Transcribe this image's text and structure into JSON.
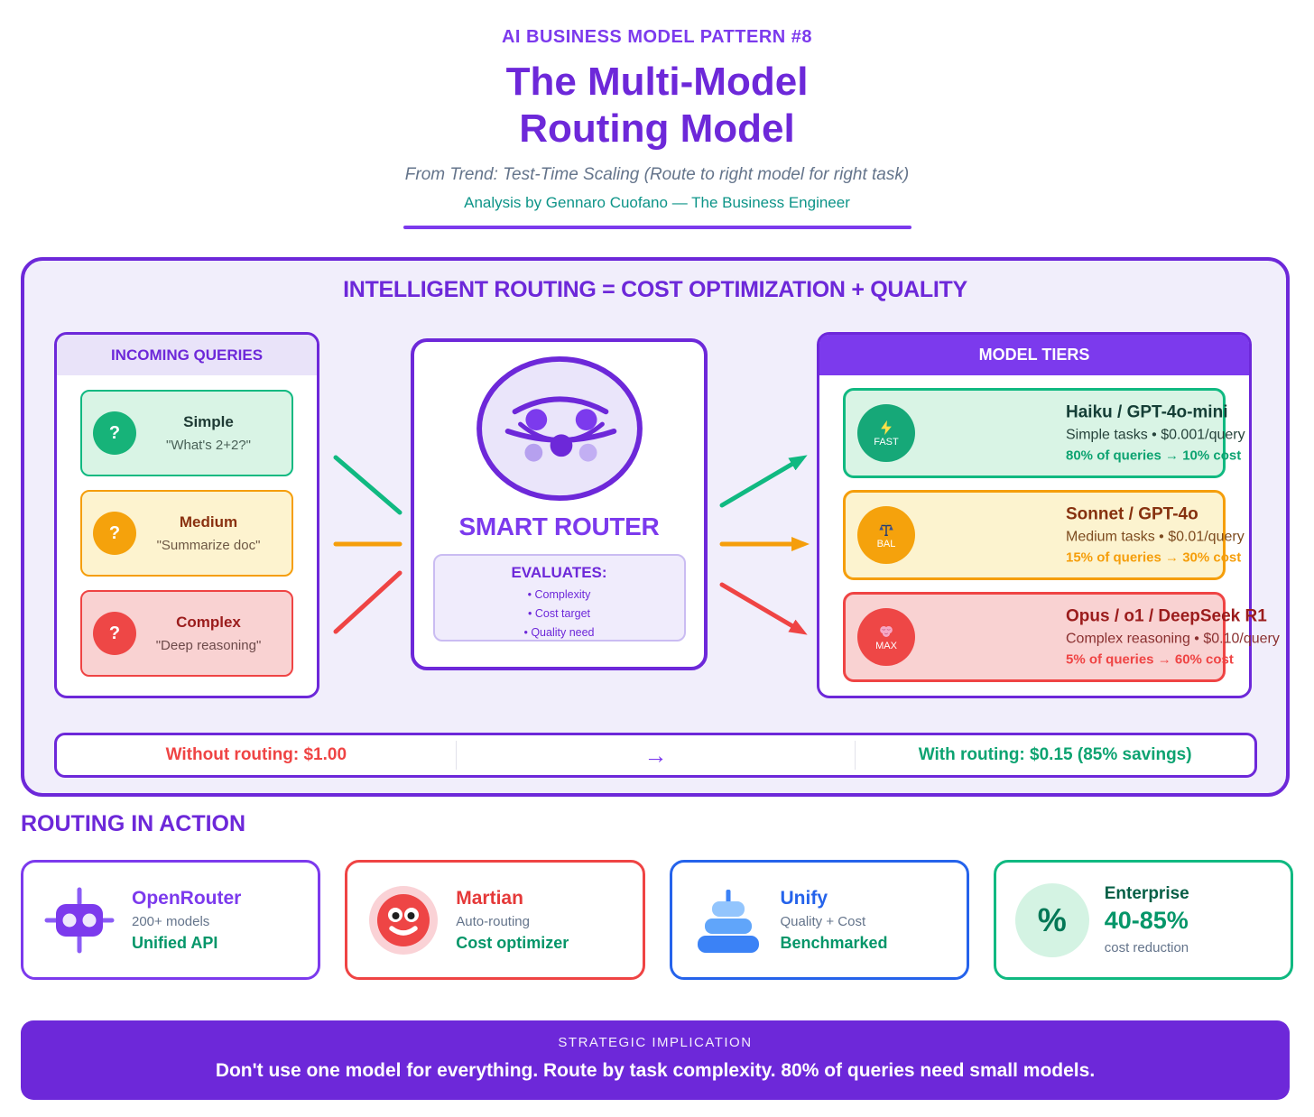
{
  "header": {
    "eyebrow": "AI BUSINESS MODEL PATTERN #8",
    "title_line1": "The Multi-Model",
    "title_line2": "Routing Model",
    "subtitle": "From Trend: Test-Time Scaling (Route to right model for right task)",
    "byline": "Analysis by Gennaro Cuofano — The Business Engineer"
  },
  "main_panel": {
    "title": "INTELLIGENT ROUTING = COST OPTIMIZATION + QUALITY",
    "incoming": {
      "title": "INCOMING QUERIES",
      "items": [
        {
          "icon": "?",
          "label": "Simple",
          "example": "\"What's 2+2?\""
        },
        {
          "icon": "?",
          "label": "Medium",
          "example": "\"Summarize doc\""
        },
        {
          "icon": "?",
          "label": "Complex",
          "example": "\"Deep reasoning\""
        }
      ]
    },
    "router": {
      "title": "SMART ROUTER",
      "evaluates_title": "EVALUATES:",
      "criteria": [
        "• Complexity",
        "• Cost target",
        "• Quality need"
      ]
    },
    "tiers": {
      "title": "MODEL TIERS",
      "items": [
        {
          "badge_icon": "lightning-bolt",
          "badge": "FAST",
          "name": "Haiku / GPT-4o-mini",
          "detail": "Simple tasks • $0.001/query",
          "stat": "80% of queries → 10% cost"
        },
        {
          "badge_icon": "balance-scale",
          "badge": "BAL",
          "name": "Sonnet / GPT-4o",
          "detail": "Medium tasks • $0.01/query",
          "stat": "15% of queries → 30% cost"
        },
        {
          "badge_icon": "brain",
          "badge": "MAX",
          "name": "Opus / o1 / DeepSeek R1",
          "detail": "Complex reasoning • $0.10/query",
          "stat": "5% of queries → 60% cost"
        }
      ]
    },
    "comparison": {
      "without": "Without routing: $1.00",
      "arrow": "→",
      "with": "With routing: $0.15 (85% savings)"
    }
  },
  "routing_in_action": {
    "title": "ROUTING IN ACTION",
    "cards": [
      {
        "icon": "robot",
        "name": "OpenRouter",
        "line2": "200+ models",
        "line3": "Unified API"
      },
      {
        "icon": "mars-face",
        "name": "Martian",
        "line2": "Auto-routing",
        "line3": "Cost optimizer"
      },
      {
        "icon": "stack",
        "name": "Unify",
        "line2": "Quality + Cost",
        "line3": "Benchmarked"
      },
      {
        "icon": "percent",
        "name": "Enterprise",
        "line2": "40-85%",
        "line3": "cost reduction"
      }
    ]
  },
  "banner": {
    "eyebrow": "STRATEGIC IMPLICATION",
    "text": "Don't use one model for everything. Route by task complexity. 80% of queries need small models."
  },
  "colors": {
    "purple": "#6d28d9",
    "purple_bright": "#7c3aed",
    "green": "#10b981",
    "orange": "#f59e0b",
    "red": "#ef4444",
    "blue": "#2563eb",
    "teal": "#0d9488",
    "success_text": "#059669"
  }
}
